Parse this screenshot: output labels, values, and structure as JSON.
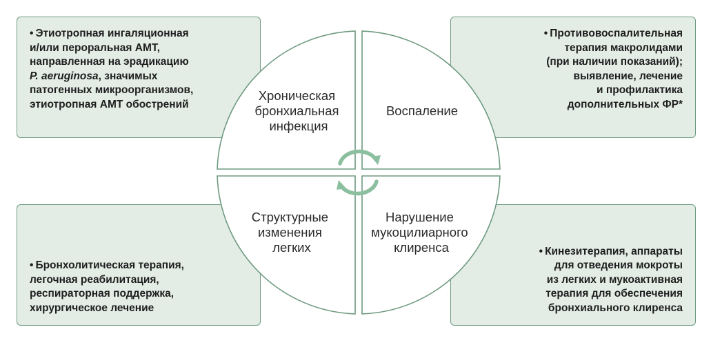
{
  "quadrants": {
    "top_left": [
      "Хроническая",
      "бронхиальная",
      "инфекция"
    ],
    "top_right": [
      "Воспаление"
    ],
    "bottom_left": [
      "Структурные",
      "изменения",
      "легких"
    ],
    "bottom_right": [
      "Нарушение",
      "мукоцилиарного",
      "клиренса"
    ]
  },
  "boxes": {
    "top_left": {
      "bullet": "•",
      "lines": [
        "Этиотропная ингаляционная",
        "и/или пероральная АМТ,",
        "направленная на эрадикацию"
      ],
      "italic": "P. aeruginosa",
      "italic_suffix": ", значимых",
      "lines_after": [
        "патогенных микроорганизмов,",
        "этиотропная АМТ обострений"
      ]
    },
    "top_right": {
      "bullet": "•",
      "lines": [
        "Противовоспалительная",
        "терапия макролидами",
        "(при наличии показаний);",
        "выявление, лечение",
        "и профилактика",
        "дополнительных ФР*"
      ]
    },
    "bottom_left": {
      "bullet": "•",
      "lines": [
        "Бронхолитическая терапия,",
        "легочная реабилитация,",
        "респираторная поддержка,",
        "хирургическое лечение"
      ]
    },
    "bottom_right": {
      "bullet": "•",
      "lines": [
        "Кинезитерапия, аппараты",
        "для отведения мокроты",
        "из легких и мукоактивная",
        "терапия для обеспечения",
        "бронхиального клиренса"
      ]
    }
  },
  "colors": {
    "box_fill": "#e3ede6",
    "border": "#6e9a80",
    "arrow": "#8cbf9f",
    "circle_fill": "#ffffff"
  },
  "icons": [
    "cycle-arrows-icon"
  ]
}
